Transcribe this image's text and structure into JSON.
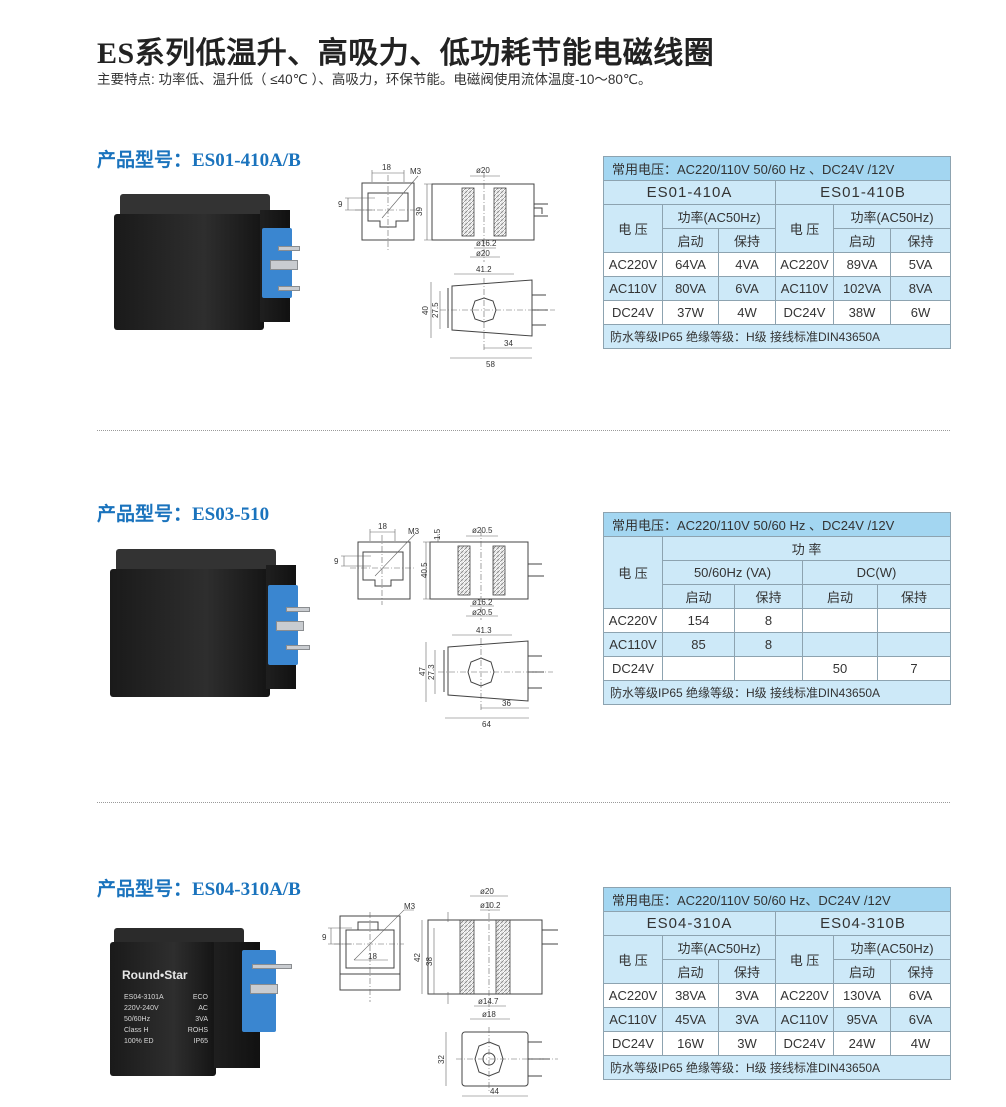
{
  "header": {
    "title": "ES系列低温升、高吸力、低功耗节能电磁线圈",
    "subtitle": "主要特点: 功率低、温升低（ ≤40℃ ）、高吸力，环保节能。电磁阀使用流体温度-10～80℃。"
  },
  "colors": {
    "heading": "#1a73bd",
    "table_top": "#a3d6f1",
    "table_header": "#cde9f8"
  },
  "sections": [
    {
      "heading": "产品型号：ES01-410A/B",
      "drawing": {
        "front_width": "18",
        "thread": "M3",
        "pin_offset": "9",
        "bore_top": "ø20",
        "height": "39",
        "bore_inner": "ø16.2",
        "bore_bottom": "ø20",
        "top_width": "41.2",
        "depth": "40",
        "depth_inner": "27.5",
        "length_part": "34",
        "length": "58"
      },
      "table": {
        "voltage_note": "常用电压：AC220/110V  50/60 Hz 、DC24V /12V",
        "models": [
          "ES01-410A",
          "ES01-410B"
        ],
        "voltage_label": "电 压",
        "power_label": "功率(AC50Hz)",
        "start_label": "启动",
        "hold_label": "保持",
        "rows": [
          [
            "AC220V",
            "64VA",
            "4VA",
            "AC220V",
            "89VA",
            "5VA"
          ],
          [
            "AC110V",
            "80VA",
            "6VA",
            "AC110V",
            "102VA",
            "8VA"
          ],
          [
            "DC24V",
            "37W",
            "4W",
            "DC24V",
            "38W",
            "6W"
          ]
        ],
        "footer": "防水等级IP65  绝缘等级：H级   接线标准DIN43650A"
      }
    },
    {
      "heading": "产品型号：ES03-510",
      "drawing": {
        "front_width": "18",
        "thread": "M3",
        "pin_offset": "9",
        "bore_top": "ø20.5",
        "height": "40.5",
        "top_gap": "1.5",
        "bore_inner": "ø16.2",
        "bore_bottom": "ø20.5",
        "top_width": "41.3",
        "depth": "47",
        "depth_inner": "27.3",
        "length_part": "36",
        "length": "64"
      },
      "table": {
        "voltage_note": "常用电压：AC220/110V  50/60 Hz 、DC24V /12V",
        "voltage_label": "电 压",
        "power_label": "功  率",
        "ac_label": "50/60Hz (VA)",
        "dc_label": "DC(W)",
        "start_label": "启动",
        "hold_label": "保持",
        "rows": [
          [
            "AC220V",
            "154",
            "8",
            "",
            ""
          ],
          [
            "AC110V",
            "85",
            "8",
            "",
            ""
          ],
          [
            "DC24V",
            "",
            "",
            "50",
            "7"
          ]
        ],
        "footer": "防水等级IP65  绝缘等级：H级   接线标准DIN43650A"
      }
    },
    {
      "heading": "产品型号：ES04-310A/B",
      "drawing": {
        "front_width": "18",
        "thread": "M3",
        "pin_offset": "9",
        "bore_top": "ø20",
        "bore_top_inner": "ø10.2",
        "height": "42",
        "height_inner": "38",
        "bore_inner": "ø14.7",
        "bore_bottom": "ø18",
        "depth": "32",
        "length": "44"
      },
      "product_label": {
        "brand": "Round•Star",
        "lines": [
          [
            "ES04-3101A",
            "ECO"
          ],
          [
            "220V-240V",
            "AC"
          ],
          [
            "50/60Hz",
            "3VA"
          ],
          [
            "Class H",
            "ROHS"
          ],
          [
            "100% ED",
            "IP65"
          ]
        ]
      },
      "table": {
        "voltage_note": "常用电压：AC220/110V  50/60 Hz、DC24V /12V",
        "models": [
          "ES04-310A",
          "ES04-310B"
        ],
        "voltage_label": "电 压",
        "power_label": "功率(AC50Hz)",
        "start_label": "启动",
        "hold_label": "保持",
        "rows": [
          [
            "AC220V",
            "38VA",
            "3VA",
            "AC220V",
            "130VA",
            "6VA"
          ],
          [
            "AC110V",
            "45VA",
            "3VA",
            "AC110V",
            "95VA",
            "6VA"
          ],
          [
            "DC24V",
            "16W",
            "3W",
            "DC24V",
            "24W",
            "4W"
          ]
        ],
        "footer": "防水等级IP65  绝缘等级：H级   接线标准DIN43650A"
      }
    }
  ]
}
